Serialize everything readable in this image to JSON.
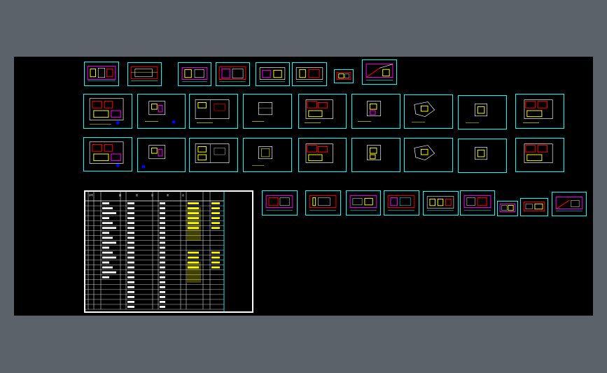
{
  "canvas": {
    "background": "#000000",
    "frame_color": "#00ffff"
  },
  "rows": [
    {
      "name": "elevations-top",
      "count": 8
    },
    {
      "name": "plans-row-1",
      "count": 9
    },
    {
      "name": "plans-row-2",
      "count": 9
    },
    {
      "name": "elevations-bottom",
      "count": 9
    }
  ],
  "index_table": {
    "title_chars": [
      "图",
      "纸",
      "目",
      "录",
      "表"
    ],
    "header_left": "序号",
    "row_count": 22
  },
  "colors": {
    "cyan": "#00ffff",
    "yellow": "#ffff00",
    "red": "#ff0000",
    "magenta": "#ff00ff",
    "white": "#ffffff",
    "blue": "#0000ff",
    "green": "#00ff00"
  }
}
